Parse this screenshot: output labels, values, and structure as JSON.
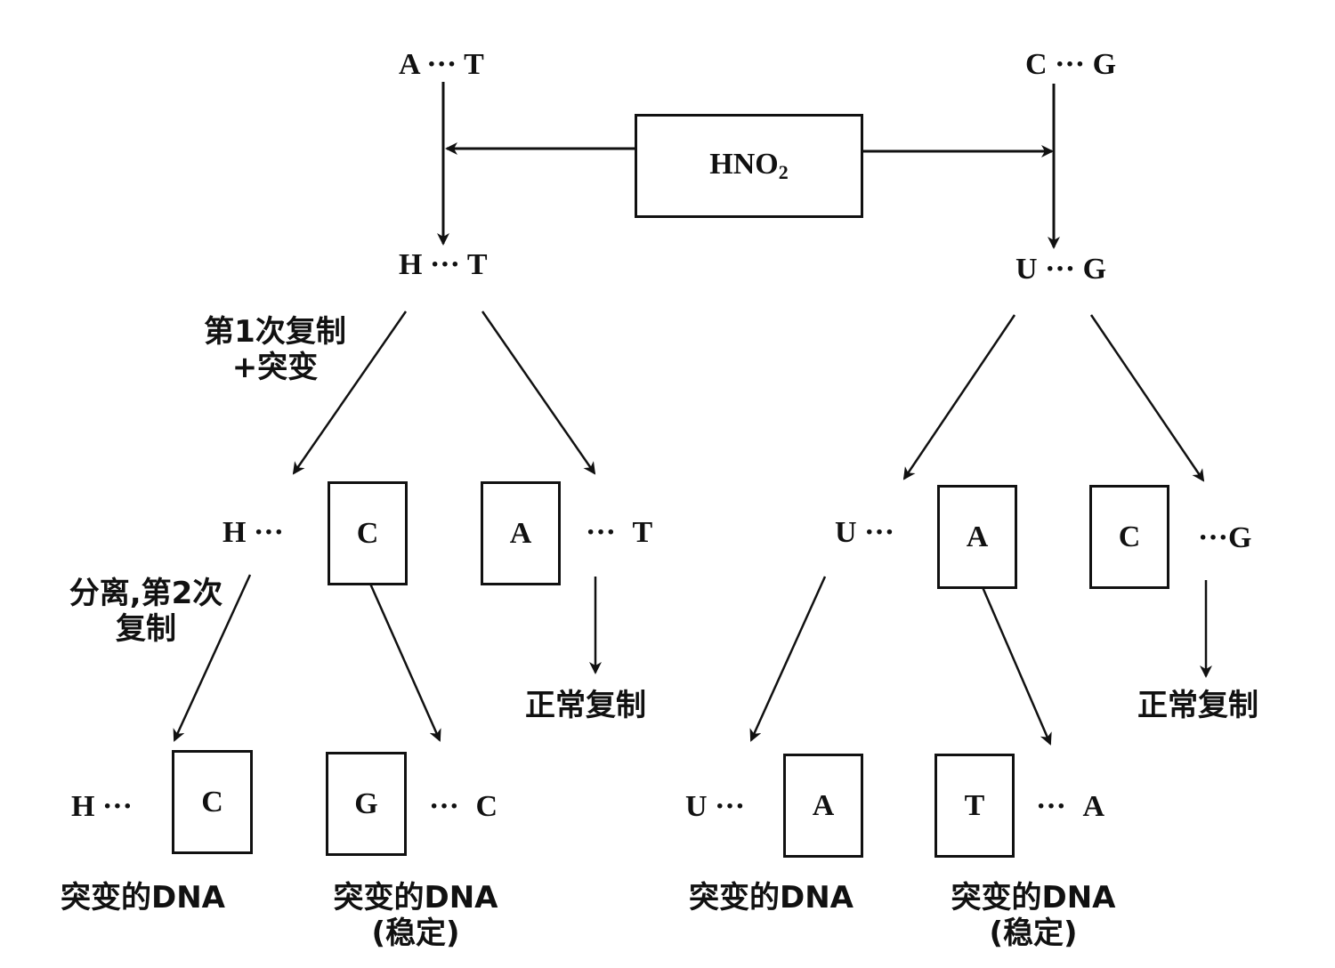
{
  "reagent": {
    "main": "HNO",
    "subscript": "2"
  },
  "dots": "···",
  "top_pairs": {
    "left": {
      "a": "A",
      "b": "T"
    },
    "right": {
      "a": "C",
      "b": "G"
    }
  },
  "deaminated_pairs": {
    "left": {
      "a": "H",
      "b": "T"
    },
    "right": {
      "a": "U",
      "b": "G"
    }
  },
  "annotations": {
    "first_replication_line1": "第1次复制",
    "first_replication_line2": "+突变",
    "second_replication_line1": "分离,第2次",
    "second_replication_line2": "复制"
  },
  "gen1": {
    "left_mut": {
      "fixed": "H",
      "boxed": "C"
    },
    "left_normal": {
      "boxed": "A",
      "fixed": "T"
    },
    "right_mut": {
      "fixed": "U",
      "boxed": "A"
    },
    "right_normal": {
      "boxed": "C",
      "fixed": "G"
    }
  },
  "normal_replication_label": "正常复制",
  "gen2": {
    "left_1": {
      "fixed": "H",
      "boxed": "C",
      "label": "突变的DNA"
    },
    "left_2": {
      "boxed": "G",
      "fixed": "C",
      "label": "突变的DNA",
      "note": "(稳定)"
    },
    "right_1": {
      "fixed": "U",
      "boxed": "A",
      "label": "突变的DNA"
    },
    "right_2": {
      "boxed": "T",
      "fixed": "A",
      "label": "突变的DNA",
      "note": "(稳定)"
    }
  }
}
